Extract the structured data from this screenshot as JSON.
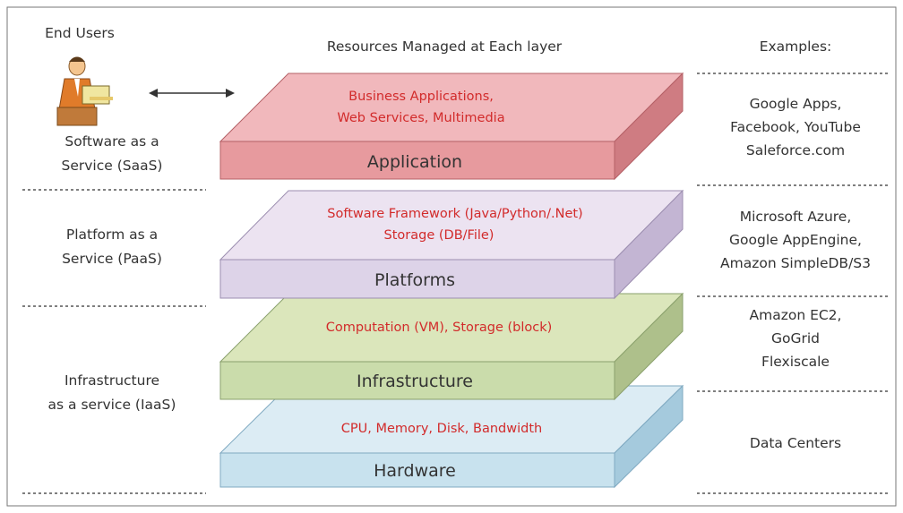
{
  "headers": {
    "end_users": "End Users",
    "resources": "Resources Managed at Each layer",
    "examples": "Examples:"
  },
  "service_models": {
    "saas": [
      "Software as a",
      "Service (SaaS)"
    ],
    "paas": [
      "Platform as a",
      "Service (PaaS)"
    ],
    "iaas": [
      "Infrastructure",
      "as a service (IaaS)"
    ]
  },
  "layers": [
    {
      "name": "Application",
      "resources": [
        "Business Applications,",
        "Web Services,  Multimedia"
      ],
      "top_color": "#f1b8bc",
      "front_color": "#e79a9e",
      "side_color": "#cf7c82",
      "edge_color": "#b46066"
    },
    {
      "name": "Platforms",
      "resources": [
        "Software Framework (Java/Python/.Net)",
        "Storage (DB/File)"
      ],
      "top_color": "#ece3f1",
      "front_color": "#ddd3e8",
      "side_color": "#c3b5d3",
      "edge_color": "#9c8eb0"
    },
    {
      "name": "Infrastructure",
      "resources": [
        "Computation (VM), Storage (block)"
      ],
      "top_color": "#dbe6bb",
      "front_color": "#cadcab",
      "side_color": "#aec08b",
      "edge_color": "#8aa06c"
    },
    {
      "name": "Hardware",
      "resources": [
        "CPU, Memory, Disk, Bandwidth"
      ],
      "top_color": "#dcecf4",
      "front_color": "#c8e2ee",
      "side_color": "#a5cadd",
      "edge_color": "#7fa9c1"
    }
  ],
  "examples": {
    "application": [
      "Google Apps,",
      "Facebook, YouTube",
      "Saleforce.com"
    ],
    "platforms": [
      "Microsoft Azure,",
      "Google AppEngine,",
      "Amazon SimpleDB/S3"
    ],
    "infrastructure": [
      "Amazon EC2,",
      "GoGrid",
      "Flexiscale"
    ],
    "hardware": [
      "Data Centers"
    ]
  },
  "colors": {
    "resource_text": "#d22b2b",
    "label_text": "#333333",
    "divider": "#555555"
  }
}
